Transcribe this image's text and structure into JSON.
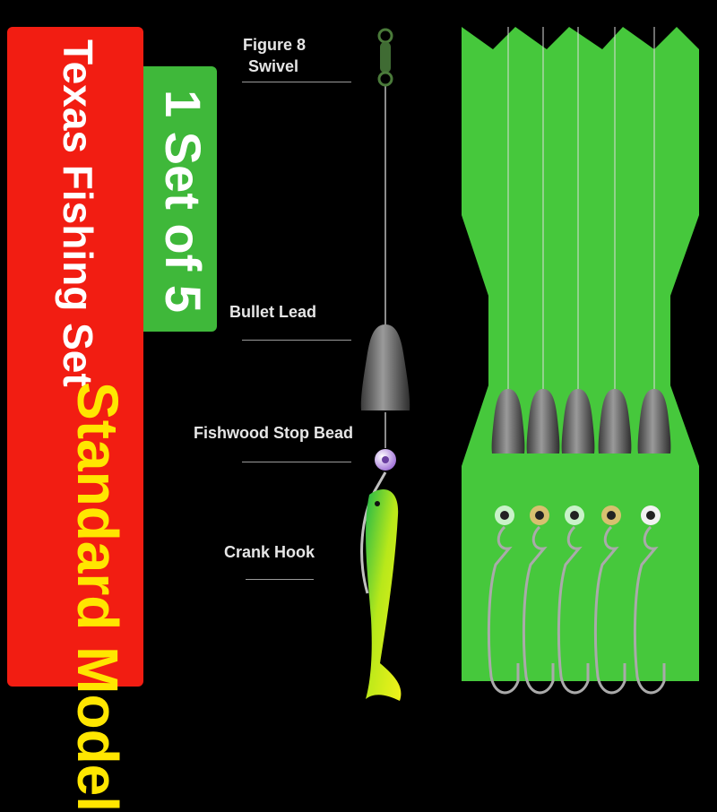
{
  "product": {
    "title": "Texas Fishing Set",
    "count_tag": "1 Set of 5",
    "model": "Standard Model"
  },
  "labels": {
    "swivel": [
      "Figure 8",
      "Swivel"
    ],
    "bullet_lead": "Bullet Lead",
    "stop_bead": "Fishwood Stop Bead",
    "crank_hook": "Crank Hook"
  },
  "colors": {
    "background": "#000000",
    "red_panel": "#f21d12",
    "green_tag": "#3fb83a",
    "board_green": "#46c83c",
    "model_text": "#ffe600"
  },
  "rig_count": 5
}
